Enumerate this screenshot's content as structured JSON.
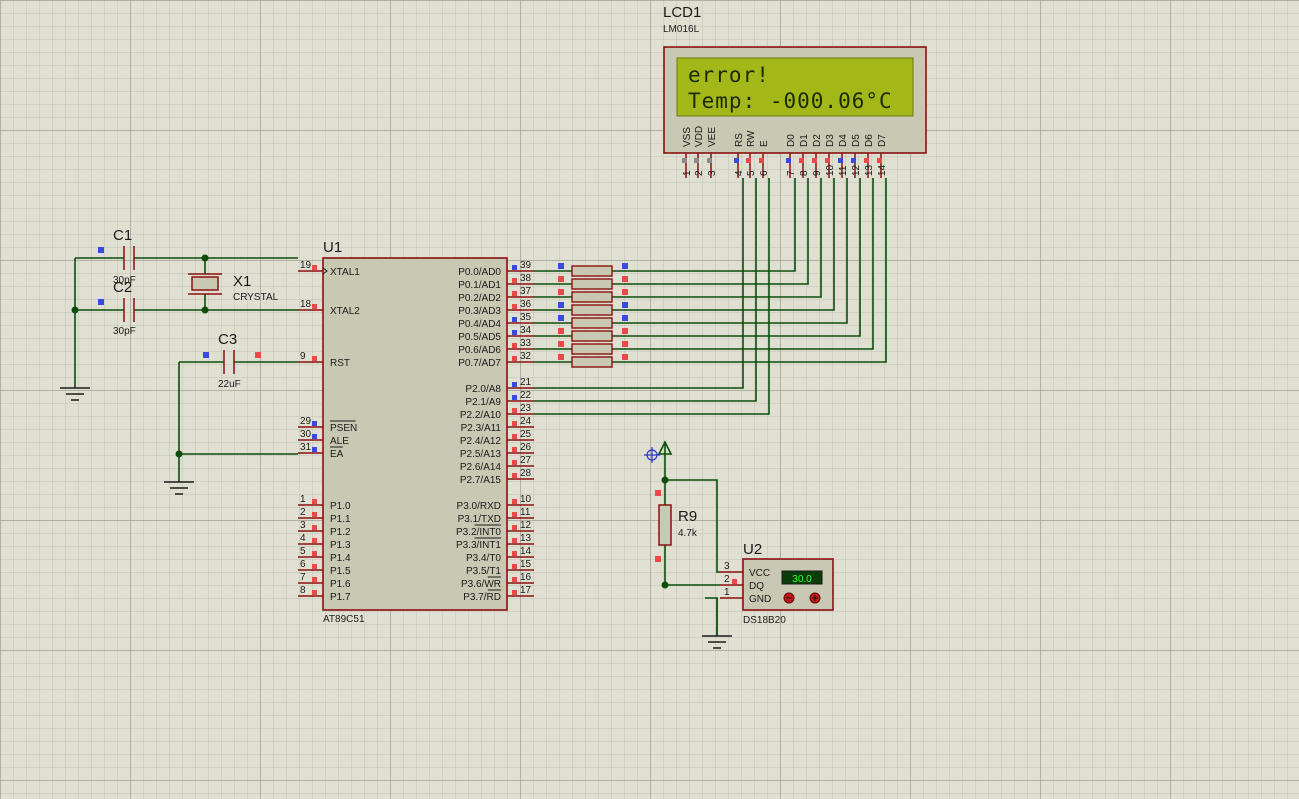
{
  "lcd": {
    "ref": "LCD1",
    "part": "LM016L",
    "line1": "error!",
    "line2": "Temp: -000.06°C",
    "bg_color": "#a3b818",
    "pins": [
      {
        "name": "VSS",
        "num": "1"
      },
      {
        "name": "VDD",
        "num": "2"
      },
      {
        "name": "VEE",
        "num": "3"
      },
      {
        "name": "RS",
        "num": "4"
      },
      {
        "name": "RW",
        "num": "5"
      },
      {
        "name": "E",
        "num": "6"
      },
      {
        "name": "D0",
        "num": "7"
      },
      {
        "name": "D1",
        "num": "8"
      },
      {
        "name": "D2",
        "num": "9"
      },
      {
        "name": "D3",
        "num": "10"
      },
      {
        "name": "D4",
        "num": "11"
      },
      {
        "name": "D5",
        "num": "12"
      },
      {
        "name": "D6",
        "num": "13"
      },
      {
        "name": "D7",
        "num": "14"
      }
    ]
  },
  "mcu": {
    "ref": "U1",
    "part": "AT89C51",
    "left_pins": [
      {
        "num": "19",
        "name": "XTAL1"
      },
      {
        "num": "18",
        "name": "XTAL2"
      },
      {
        "num": "9",
        "name": "RST"
      },
      {
        "num": "29",
        "name": "PSEN"
      },
      {
        "num": "30",
        "name": "ALE"
      },
      {
        "num": "31",
        "name": "EA"
      },
      {
        "num": "1",
        "name": "P1.0"
      },
      {
        "num": "2",
        "name": "P1.1"
      },
      {
        "num": "3",
        "name": "P1.2"
      },
      {
        "num": "4",
        "name": "P1.3"
      },
      {
        "num": "5",
        "name": "P1.4"
      },
      {
        "num": "6",
        "name": "P1.5"
      },
      {
        "num": "7",
        "name": "P1.6"
      },
      {
        "num": "8",
        "name": "P1.7"
      }
    ],
    "right_pins": [
      {
        "num": "39",
        "name": "P0.0/AD0"
      },
      {
        "num": "38",
        "name": "P0.1/AD1"
      },
      {
        "num": "37",
        "name": "P0.2/AD2"
      },
      {
        "num": "36",
        "name": "P0.3/AD3"
      },
      {
        "num": "35",
        "name": "P0.4/AD4"
      },
      {
        "num": "34",
        "name": "P0.5/AD5"
      },
      {
        "num": "33",
        "name": "P0.6/AD6"
      },
      {
        "num": "32",
        "name": "P0.7/AD7"
      },
      {
        "num": "21",
        "name": "P2.0/A8"
      },
      {
        "num": "22",
        "name": "P2.1/A9"
      },
      {
        "num": "23",
        "name": "P2.2/A10"
      },
      {
        "num": "24",
        "name": "P2.3/A11"
      },
      {
        "num": "25",
        "name": "P2.4/A12"
      },
      {
        "num": "26",
        "name": "P2.5/A13"
      },
      {
        "num": "27",
        "name": "P2.6/A14"
      },
      {
        "num": "28",
        "name": "P2.7/A15"
      },
      {
        "num": "10",
        "name": "P3.0/RXD"
      },
      {
        "num": "11",
        "name": "P3.1/TXD"
      },
      {
        "num": "12",
        "name": "P3.2/INT0"
      },
      {
        "num": "13",
        "name": "P3.3/INT1"
      },
      {
        "num": "14",
        "name": "P3.4/T0"
      },
      {
        "num": "15",
        "name": "P3.5/T1"
      },
      {
        "num": "16",
        "name": "P3.6/WR"
      },
      {
        "num": "17",
        "name": "P3.7/RD"
      }
    ]
  },
  "c1": {
    "ref": "C1",
    "value": "30pF"
  },
  "c2": {
    "ref": "C2",
    "value": "30pF"
  },
  "c3": {
    "ref": "C3",
    "value": "22uF"
  },
  "x1": {
    "ref": "X1",
    "value": "CRYSTAL"
  },
  "r9": {
    "ref": "R9",
    "value": "4.7k"
  },
  "u2": {
    "ref": "U2",
    "part": "DS18B20",
    "temp_display": "30.0",
    "pins": [
      {
        "num": "3",
        "name": "VCC"
      },
      {
        "num": "2",
        "name": "DQ"
      },
      {
        "num": "1",
        "name": "GND"
      }
    ]
  },
  "colors": {
    "wire": "#0c4d0c",
    "pin": "#8b1010",
    "body": "#c9c8b3",
    "lcd_panel": "#a3b818",
    "sensor_display": "#0a3d0a",
    "sensor_text": "#3cff3c"
  }
}
